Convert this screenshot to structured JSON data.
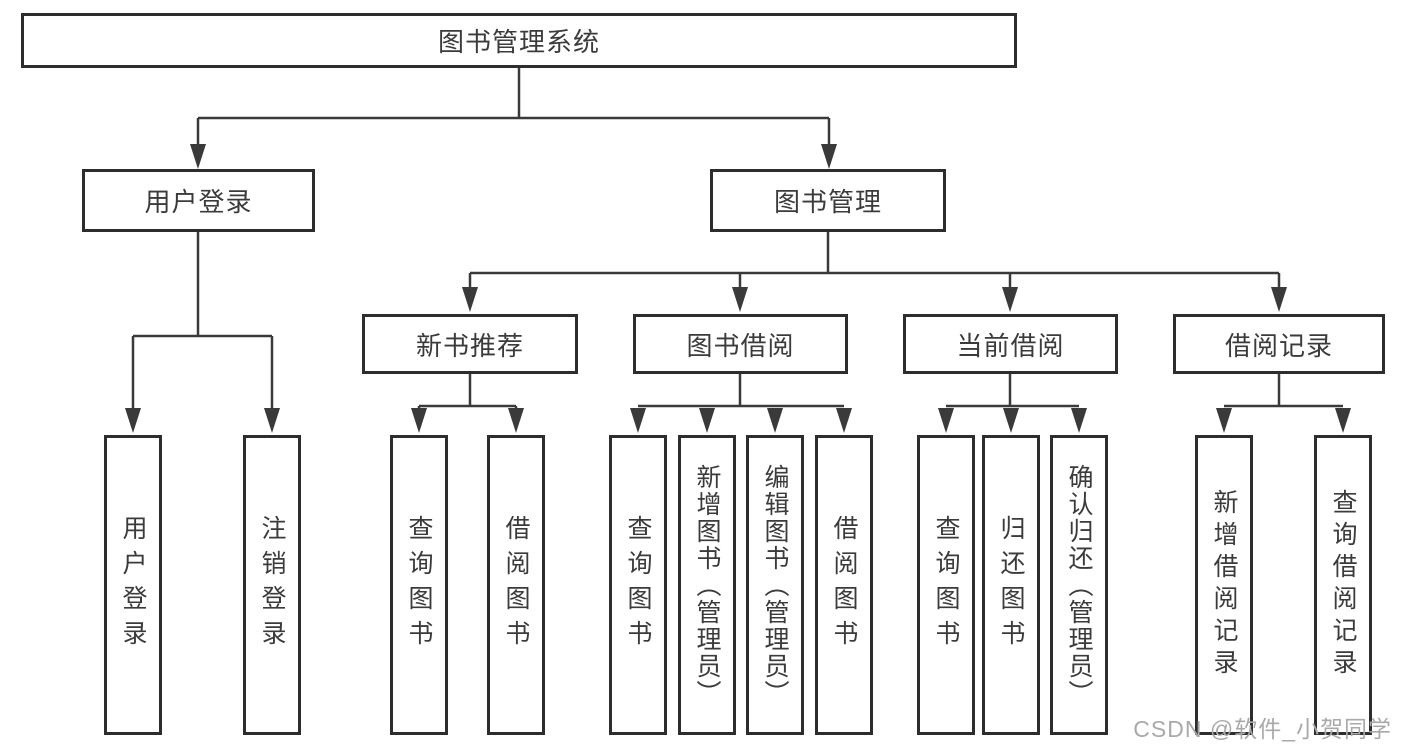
{
  "title": {
    "label": "图书管理系统"
  },
  "level2": {
    "user_login": "用户登录",
    "book_mgmt": "图书管理"
  },
  "level3": {
    "new_books": "新书推荐",
    "book_borrow": "图书借阅",
    "current_borrow": "当前借阅",
    "borrow_records": "借阅记录"
  },
  "leaves": {
    "user_login": [
      "用户登录",
      "注销登录"
    ],
    "new_books": [
      "查询图书",
      "借阅图书"
    ],
    "book_borrow": [
      "查询图书",
      "新增图书（管理员）",
      "编辑图书（管理员）",
      "借阅图书"
    ],
    "current_borrow": [
      "查询图书",
      "归还图书",
      "确认归还（管理员）"
    ],
    "borrow_records": [
      "新增借阅记录",
      "查询借阅记录"
    ]
  },
  "watermark": "CSDN @软件_小贺同学",
  "colors": {
    "line": "#3a3a3a",
    "border": "#2d2d2d",
    "text": "#3b3b3b",
    "watermark": "#a9a9a9",
    "bg": "#ffffff"
  }
}
